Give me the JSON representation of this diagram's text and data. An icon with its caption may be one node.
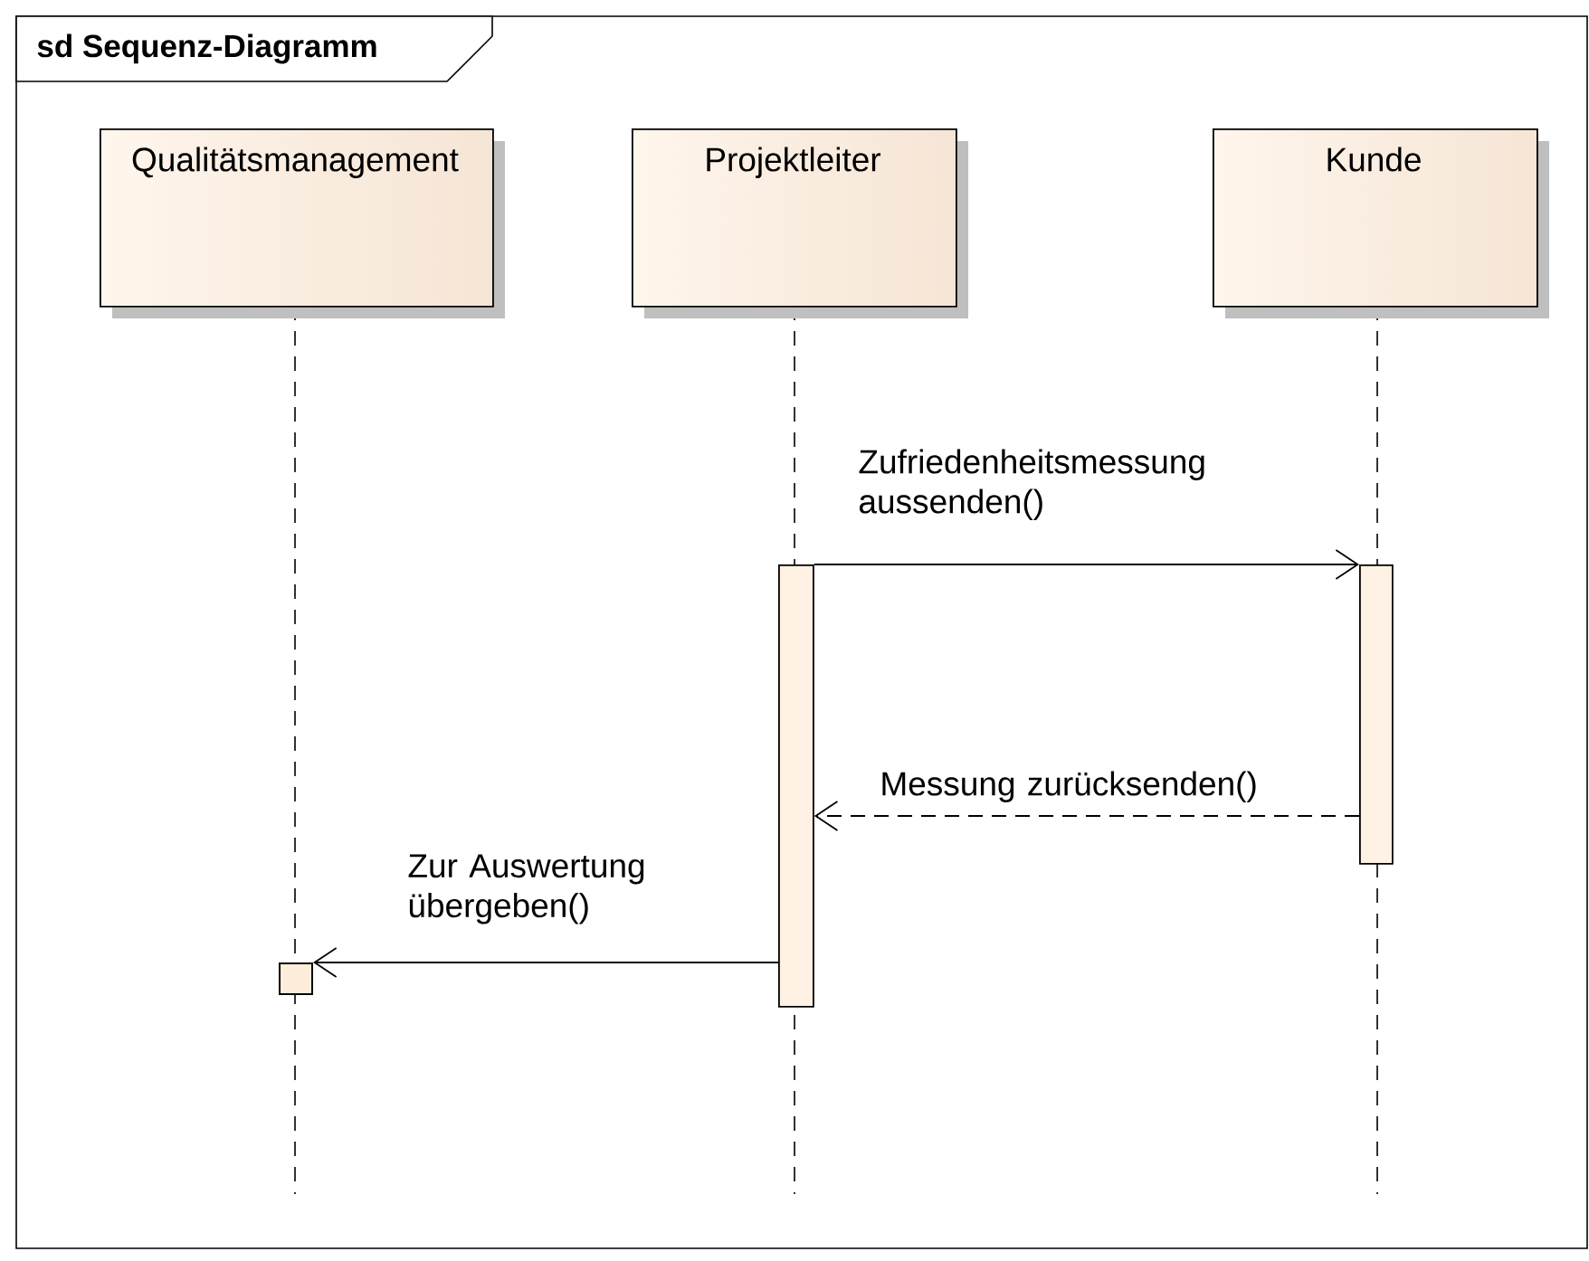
{
  "diagram": {
    "title": "sd Sequenz-Diagramm",
    "nodes": [
      {
        "text": [
          "Qualitätsmanagement"
        ]
      },
      {
        "text": [
          "Projektleiter"
        ]
      },
      {
        "text": [
          "Kunde"
        ]
      },
      {
        "text": [],
        "shape": "bar"
      },
      {
        "text": [],
        "shape": "bar"
      },
      {
        "text": [],
        "shape": "box"
      }
    ],
    "edges": [
      {
        "from": 3,
        "to": 4,
        "arrow": "to",
        "label": "Zufriedenheitsmessung aussenden()"
      },
      {
        "from": 4,
        "to": 3,
        "arrow": "to",
        "style": "dashed",
        "label": "Messung zurücksenden()"
      },
      {
        "from": 3,
        "to": 5,
        "arrow": "to",
        "label": "Zur Auswertung übergeben()"
      }
    ]
  }
}
